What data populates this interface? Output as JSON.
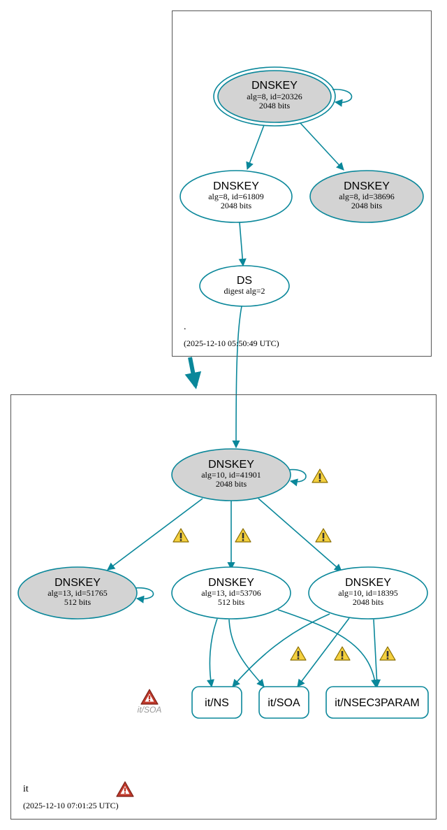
{
  "colors": {
    "edge": "#0a879a",
    "node_fill_gray": "#d3d3d3",
    "node_fill_white": "#ffffff",
    "cluster_border": "#555555",
    "warning_yellow": "#f4d03f",
    "error_red": "#c0392b"
  },
  "root_zone": {
    "name": ".",
    "timestamp": "(2025-12-10 05:50:49 UTC)",
    "ksk": {
      "title": "DNSKEY",
      "line1": "alg=8, id=20326",
      "line2": "2048 bits"
    },
    "zsk": {
      "title": "DNSKEY",
      "line1": "alg=8, id=61809",
      "line2": "2048 bits"
    },
    "key3": {
      "title": "DNSKEY",
      "line1": "alg=8, id=38696",
      "line2": "2048 bits"
    },
    "ds": {
      "title": "DS",
      "line1": "digest alg=2"
    }
  },
  "it_zone": {
    "name": "it",
    "timestamp": "(2025-12-10 07:01:25 UTC)",
    "ksk": {
      "title": "DNSKEY",
      "line1": "alg=10, id=41901",
      "line2": "2048 bits"
    },
    "key_51765": {
      "title": "DNSKEY",
      "line1": "alg=13, id=51765",
      "line2": "512 bits"
    },
    "key_53706": {
      "title": "DNSKEY",
      "line1": "alg=13, id=53706",
      "line2": "512 bits"
    },
    "key_18395": {
      "title": "DNSKEY",
      "line1": "alg=10, id=18395",
      "line2": "2048 bits"
    },
    "rr_ns": "it/NS",
    "rr_soa": "it/SOA",
    "rr_nsec3param": "it/NSEC3PARAM",
    "error_soa_label": "it/SOA"
  },
  "icons": {
    "warning": "warning-triangle-icon",
    "error": "error-triangle-icon"
  }
}
